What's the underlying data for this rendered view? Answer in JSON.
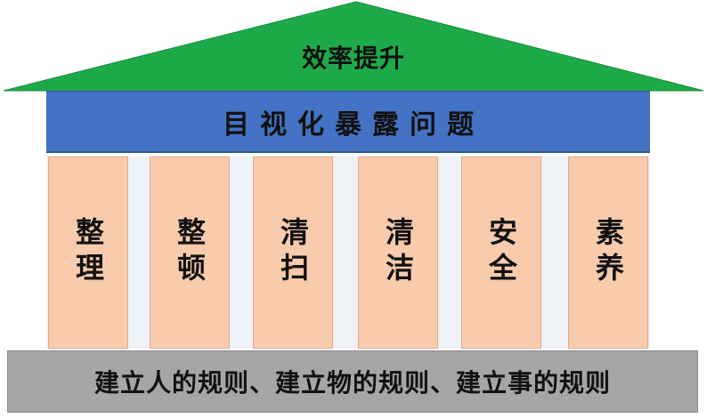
{
  "roof": {
    "title": "效率提升",
    "color": "#1faa4a"
  },
  "beam": {
    "title": "目视化暴露问题",
    "color": "#4472c4"
  },
  "pillars": [
    {
      "label": "整理"
    },
    {
      "label": "整顿"
    },
    {
      "label": "清扫"
    },
    {
      "label": "清洁"
    },
    {
      "label": "安全"
    },
    {
      "label": "素养"
    }
  ],
  "pillar_color": "#f8cbad",
  "base": {
    "text": "建立人的规则、建立物的规则、建立事的规则",
    "color": "#a6a6a6"
  }
}
